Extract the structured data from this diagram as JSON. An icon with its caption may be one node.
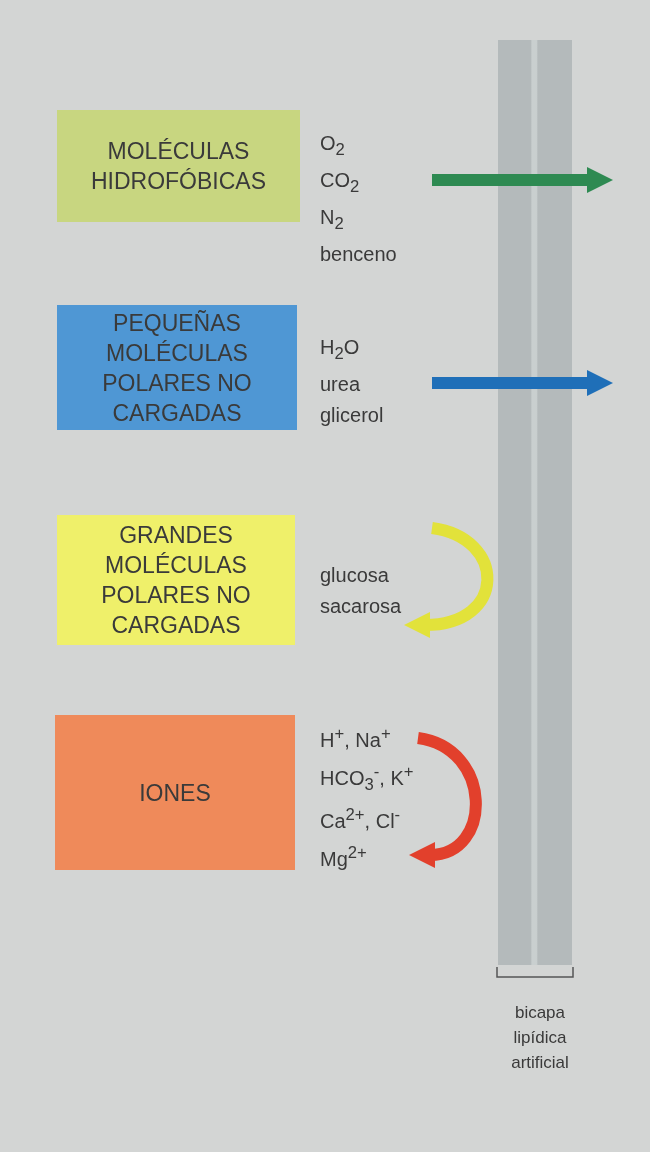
{
  "diagram": {
    "nodes": [
      {
        "text": [
          "MOLÉCULAS HIDROFÓBICAS"
        ]
      },
      {
        "text": [
          "PEQUEÑAS MOLÉCULAS POLARES NO CARGADAS"
        ]
      },
      {
        "text": [
          "GRANDES MOLÉCULAS POLARES NO CARGADAS"
        ]
      },
      {
        "text": [
          "IONES"
        ]
      },
      {
        "text": [
          "O$_{2}$",
          "CO$_{2}$",
          "N$_{2}$",
          "benceno"
        ]
      },
      {
        "text": [
          "H$_{2}$O",
          "urea",
          "glicerol"
        ]
      },
      {
        "text": [
          "glucosa",
          "sacarosa"
        ]
      },
      {
        "text": [
          "H$^{+}$, Na$^{+}$",
          "HCO$_{3}$$^{-}$, K$^{+}$",
          "Ca$^{2+}$, Cl$^{-}$",
          "Mg$^{2+}$"
        ]
      },
      {
        "text": [
          "bicapa lipídica artificial"
        ]
      }
    ],
    "edges": [
      {
        "from": 4,
        "to": 8,
        "arrow": "to",
        "color": "#2e8a52"
      },
      {
        "from": 5,
        "to": 8,
        "arrow": "to",
        "color": "#1f6fb8"
      },
      {
        "from": null,
        "to": 6,
        "arrow": "to",
        "color": "#e2e23a"
      },
      {
        "from": null,
        "to": 7,
        "arrow": "to",
        "color": "#e2402c"
      }
    ]
  }
}
